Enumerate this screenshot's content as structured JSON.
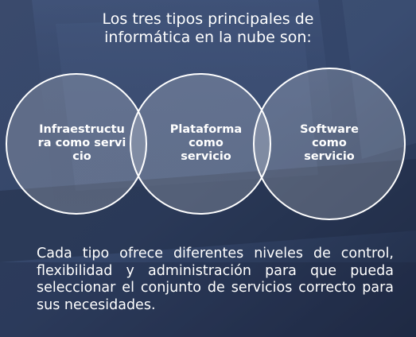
{
  "title": {
    "line1": "Los tres tipos principales de",
    "line2": "informática en la nube son:"
  },
  "circles": [
    {
      "label": "Infraestructura como servicio"
    },
    {
      "label": "Plataforma como servicio"
    },
    {
      "label": "Software como servicio"
    }
  ],
  "description": "Cada tipo ofrece diferentes niveles de control, flexibilidad y administración para que pueda seleccionar el conjunto de servicios correcto para sus necesidades.",
  "colors": {
    "background": "#2e3d5c",
    "circle_fill": "#ffffff",
    "circle_stroke": "#ffffff",
    "text": "#ffffff"
  }
}
